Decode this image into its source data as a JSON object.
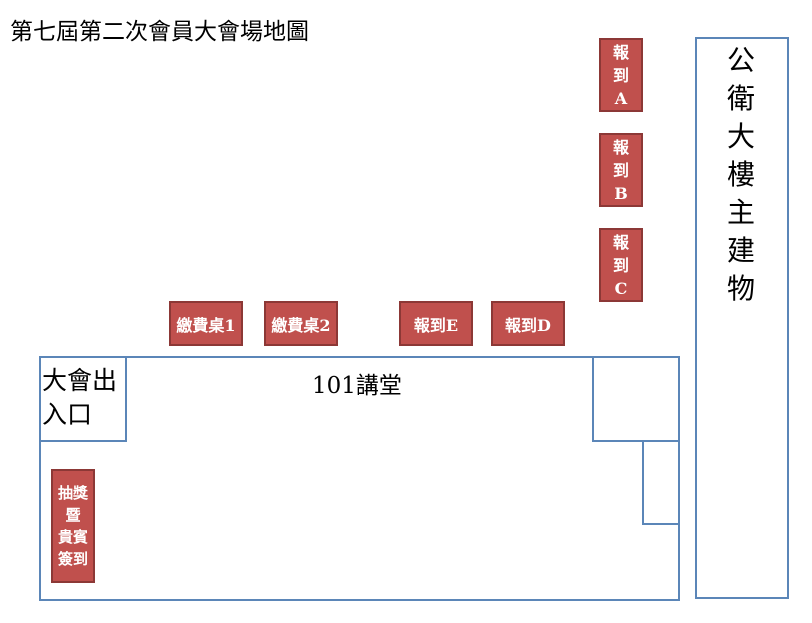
{
  "title": "第七屆第二次會員大會場地圖",
  "building": {
    "label_chars": [
      "公",
      "衛",
      "大",
      "樓",
      "主",
      "建",
      "物"
    ]
  },
  "hall": {
    "label": "101講堂"
  },
  "exit": {
    "line1": "大會出",
    "line2": "入口"
  },
  "checkin": {
    "a": [
      "報",
      "到",
      "A"
    ],
    "b": [
      "報",
      "到",
      "B"
    ],
    "c": [
      "報",
      "到",
      "C"
    ],
    "d": "報到D",
    "e": "報到E"
  },
  "fee_desks": {
    "desk1": "繳費桌1",
    "desk2": "繳費桌2"
  },
  "lottery": {
    "chars": [
      "抽獎",
      "暨",
      "貴賓",
      "簽到"
    ]
  },
  "colors": {
    "box_fill": "#c0504d",
    "box_border": "#8c3836",
    "outline": "#5b86b8"
  }
}
